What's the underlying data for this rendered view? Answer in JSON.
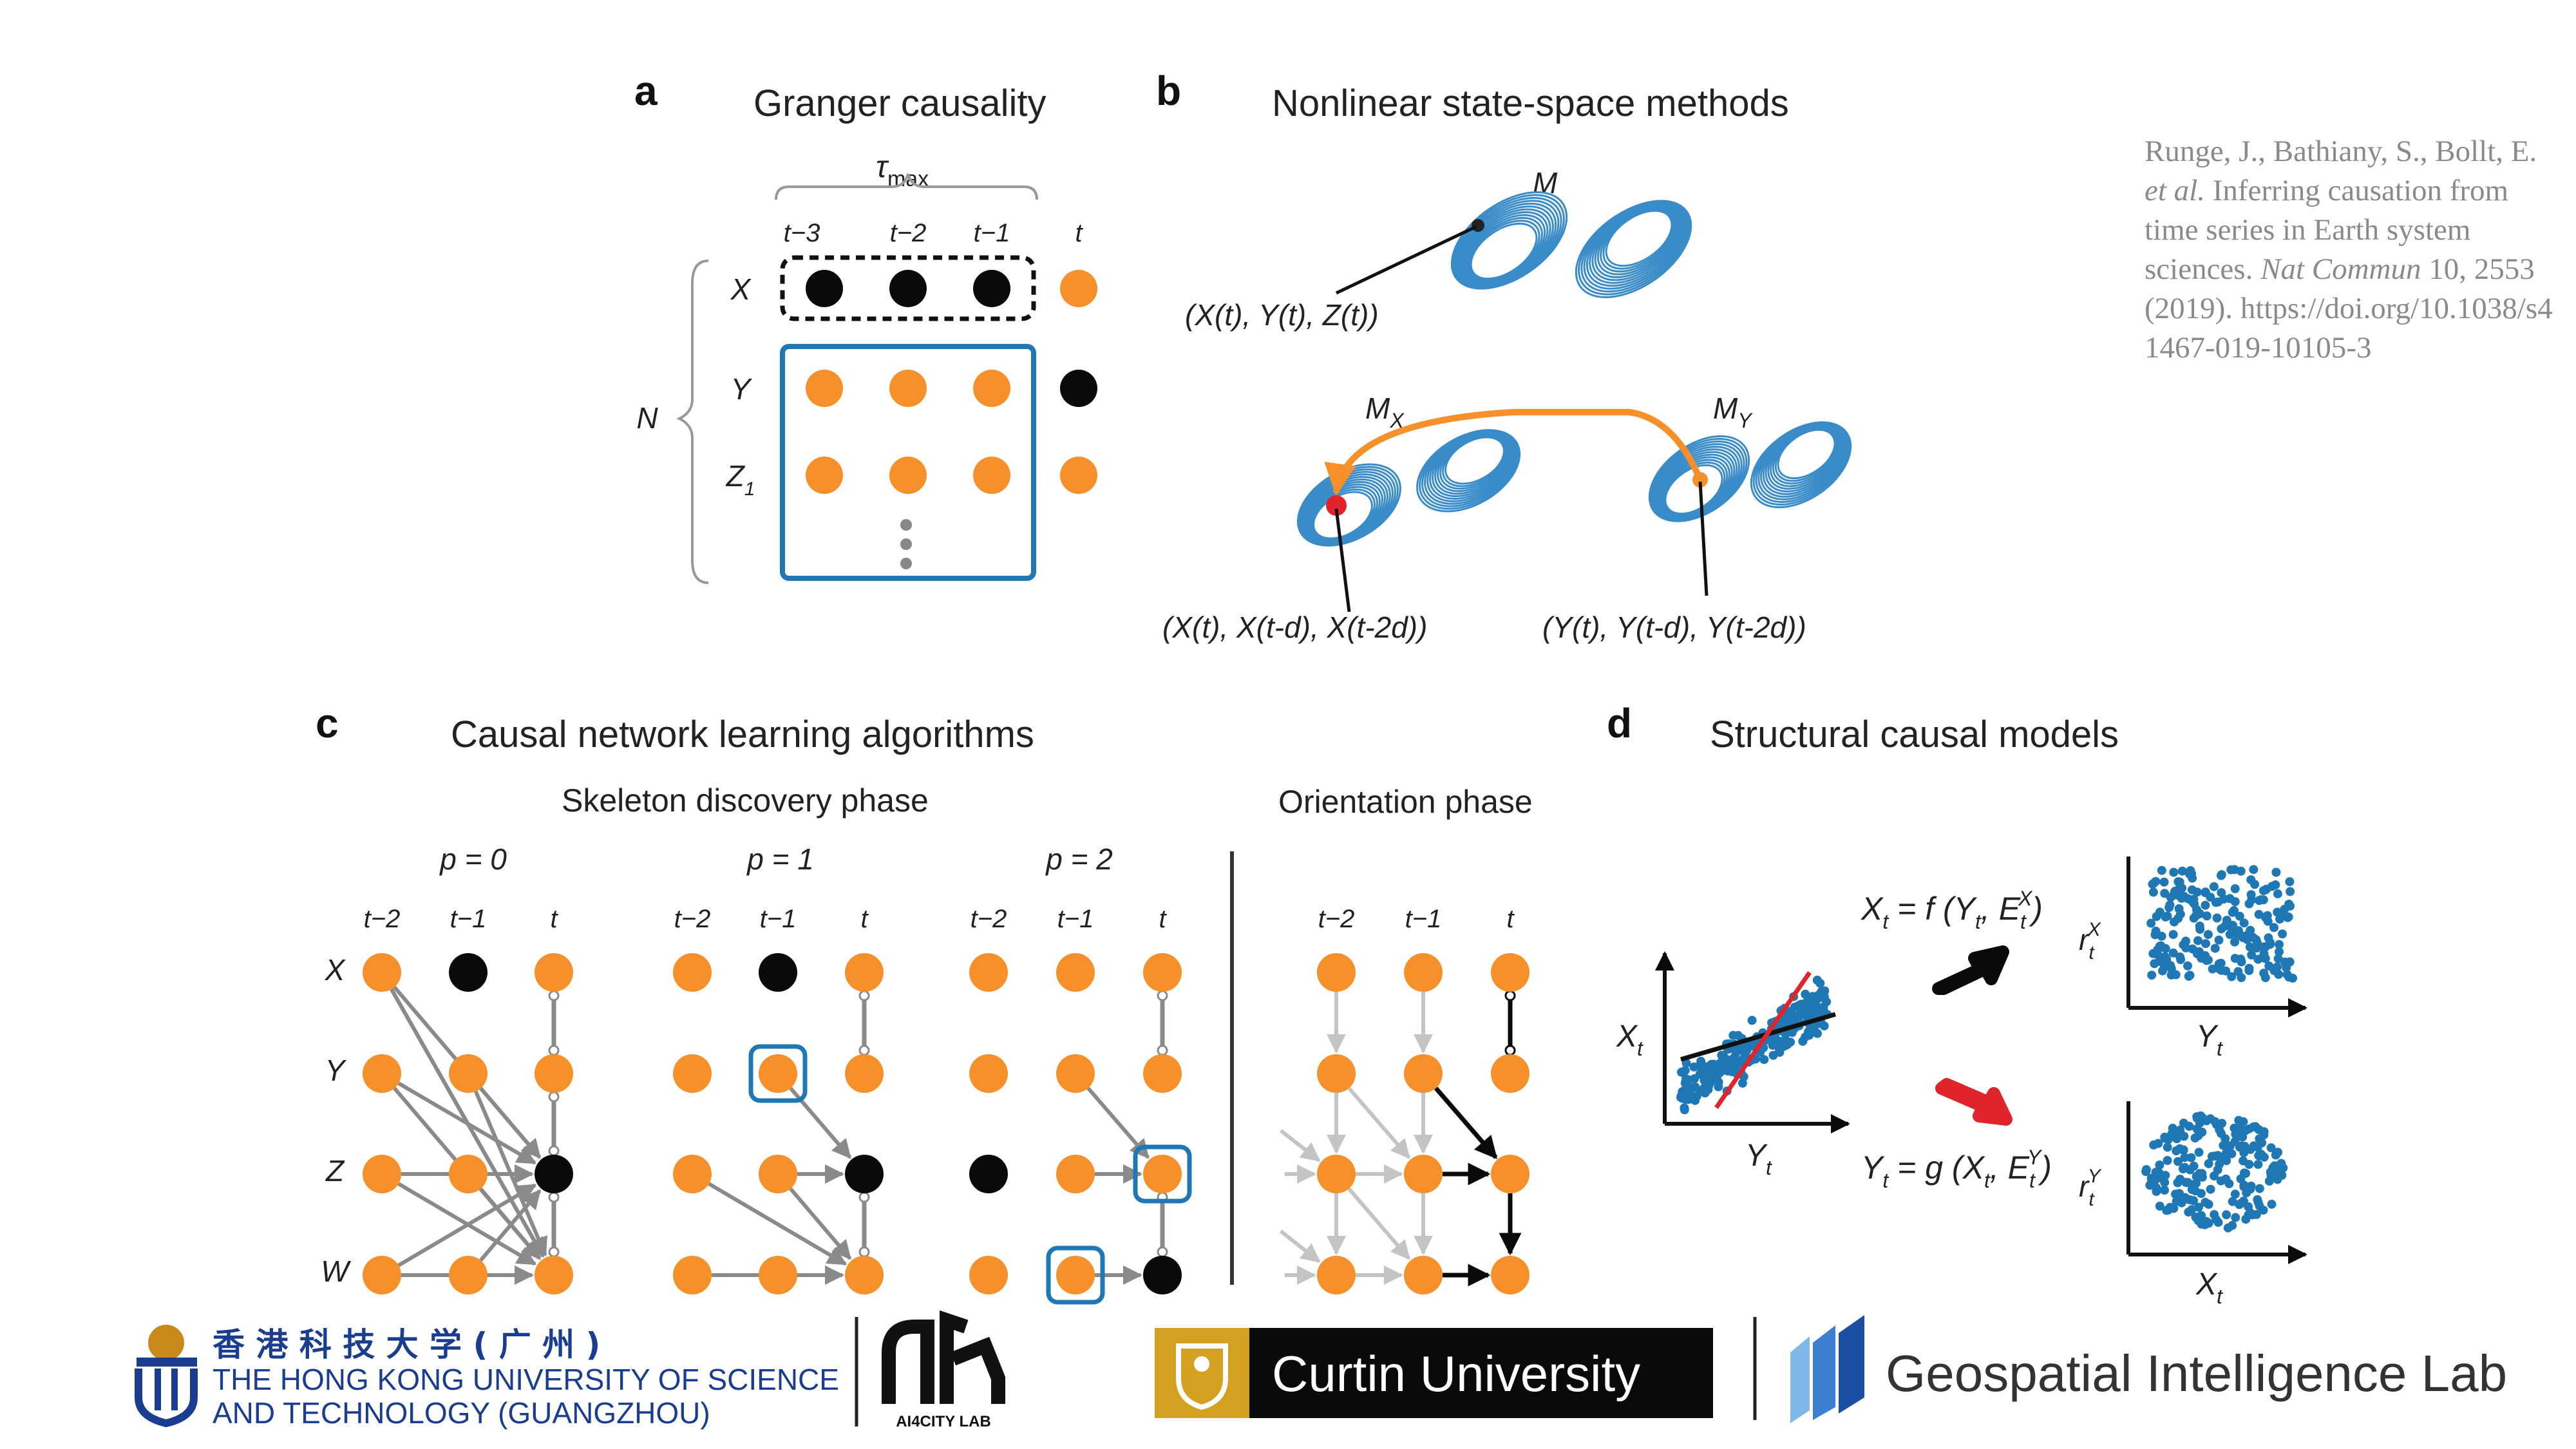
{
  "reference": {
    "authors": "Runge, J., Bathiany, S., Bollt, E.",
    "et_al": "et al.",
    "title": "Inferring causation from time series in Earth system sciences.",
    "journal": "Nat Commun",
    "details": "10, 2553 (2019).",
    "url": "https://doi.org/10.1038/s41467-019-10105-3"
  },
  "panels": {
    "a": {
      "letter": "a",
      "title": "Granger causality",
      "tau": "τ",
      "tau_sub": "max",
      "times": [
        "t−3",
        "t−2",
        "t−1",
        "t"
      ],
      "rows": [
        "X",
        "Y",
        "Z"
      ],
      "row_sub": "1",
      "brace_label": "N"
    },
    "b": {
      "letter": "b",
      "title": "Nonlinear state-space methods",
      "manifold": "M",
      "manifold_x": "M",
      "manifold_x_sub": "X",
      "manifold_y": "M",
      "manifold_y_sub": "Y",
      "point_label": "(X(t), Y(t), Z(t))",
      "embed_x": "(X(t), X(t-d), X(t-2d))",
      "embed_y": "(Y(t), Y(t-d), Y(t-2d))"
    },
    "c": {
      "letter": "c",
      "title": "Causal network learning algorithms",
      "phase1": "Skeleton discovery phase",
      "phase2": "Orientation phase",
      "p_labels": [
        "p = 0",
        "p = 1",
        "p = 2"
      ],
      "times": [
        "t−2",
        "t−1",
        "t"
      ],
      "rows": [
        "X",
        "Y",
        "Z",
        "W"
      ]
    },
    "d": {
      "letter": "d",
      "title": "Structural causal models",
      "eq1": "X = f (Y , E )",
      "eq2": "Y = g (X , E )",
      "xt": "X",
      "yt": "Y",
      "r": "r",
      "sub_t": "t",
      "sup_x": "X",
      "sup_y": "Y"
    }
  },
  "footer": {
    "hkust_cn": "香 港 科 技 大 学 ( 广 州 )",
    "hkust_en1": "THE HONG KONG UNIVERSITY OF SCIENCE",
    "hkust_en2": "AND TECHNOLOGY (GUANGZHOU)",
    "ai4city": "AI4CITY LAB",
    "curtin": "Curtin University",
    "geo": "Geospatial Intelligence Lab"
  },
  "colors": {
    "orange": "#f5902a",
    "black": "#0a0a0a",
    "blue": "#1f77b4",
    "light_blue": "#4a9bd0",
    "gray_arrow": "#8a8a8a",
    "red": "#e0242b",
    "curtin_gold": "#d4a020",
    "hkust_blue": "#1a3d8f"
  }
}
